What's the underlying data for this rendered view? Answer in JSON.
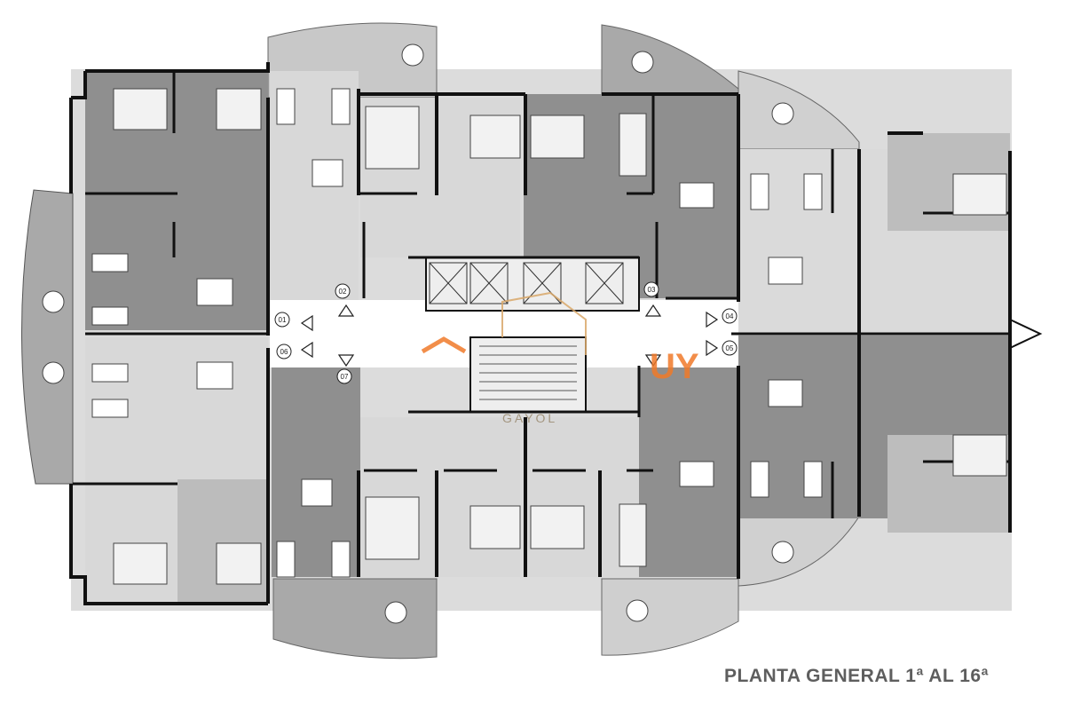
{
  "plan": {
    "title": "PLANTA GENERAL 1ª AL 16ª"
  },
  "units": [
    {
      "id": "01"
    },
    {
      "id": "02"
    },
    {
      "id": "03"
    },
    {
      "id": "04"
    },
    {
      "id": "05"
    },
    {
      "id": "06"
    },
    {
      "id": "07"
    }
  ],
  "watermark": {
    "brand_suffix": "UY",
    "sub_text": "GAYOL",
    "accent_color": "#f07a2a"
  },
  "colors": {
    "wall": "#111111",
    "dark_fill": "#8d8d8d",
    "light_fill": "#d6d6d6",
    "terrace": "#b9b9b9",
    "background": "#ffffff"
  }
}
